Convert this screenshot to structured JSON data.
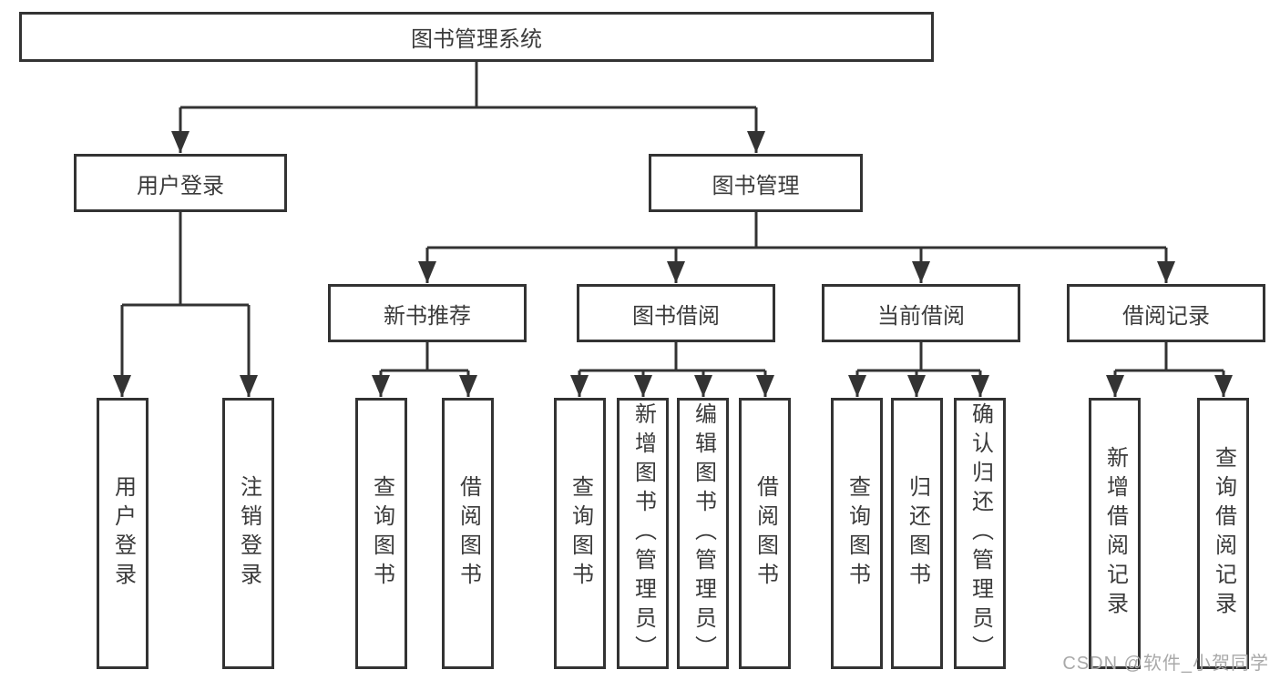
{
  "nodes": {
    "root": {
      "label": "图书管理系统"
    },
    "user_login": {
      "label": "用户登录"
    },
    "book_mgmt": {
      "label": "图书管理"
    },
    "new_book_rec": {
      "label": "新书推荐"
    },
    "book_borrow": {
      "label": "图书借阅"
    },
    "current_borrow": {
      "label": "当前借阅"
    },
    "borrow_records": {
      "label": "借阅记录"
    }
  },
  "leaves": [
    {
      "parent": "用户登录",
      "label": "用户登录"
    },
    {
      "parent": "用户登录",
      "label": "注销登录"
    },
    {
      "parent": "新书推荐",
      "label": "查询图书"
    },
    {
      "parent": "新书推荐",
      "label": "借阅图书"
    },
    {
      "parent": "图书借阅",
      "label": "查询图书"
    },
    {
      "parent": "图书借阅",
      "label": "新增图书（管理员）"
    },
    {
      "parent": "图书借阅",
      "label": "编辑图书（管理员）"
    },
    {
      "parent": "图书借阅",
      "label": "借阅图书"
    },
    {
      "parent": "当前借阅",
      "label": "查询图书"
    },
    {
      "parent": "当前借阅",
      "label": "归还图书"
    },
    {
      "parent": "当前借阅",
      "label": "确认归还（管理员）"
    },
    {
      "parent": "借阅记录",
      "label": "新增借阅记录"
    },
    {
      "parent": "借阅记录",
      "label": "查询借阅记录"
    }
  ],
  "watermark": "CSDN @软件_小贺同学",
  "colors": {
    "line": "#333333",
    "text": "#3b3b3b",
    "background": "#ffffff",
    "watermark": "#a9a9a9"
  }
}
